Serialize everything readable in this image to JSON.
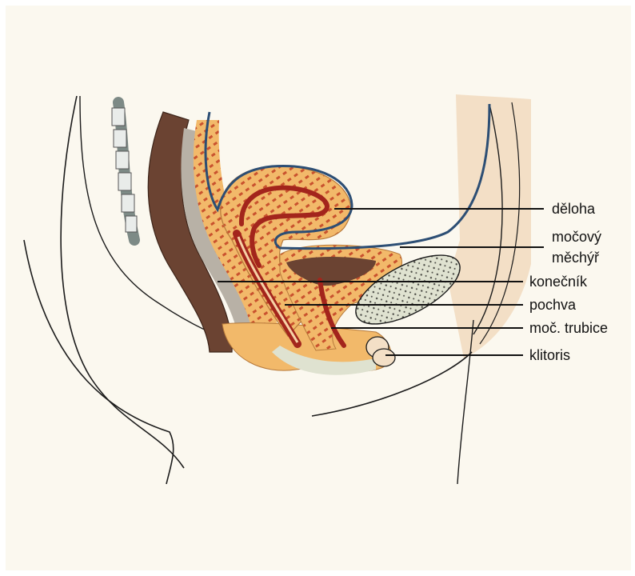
{
  "labels": {
    "deloha": "děloha",
    "mocovy_mechyr_line1": "močový",
    "mocovy_mechyr_line2": "měchýř",
    "konecnik": "konečník",
    "pochva": "pochva",
    "moc_trubice": "moč. trubice",
    "klitoris": "klitoris"
  },
  "colors": {
    "background": "#fbf8ef",
    "skin_fill": "#f3dfc6",
    "organ_tissue": "#f2b96a",
    "organ_stripes": "#c9522e",
    "mucosa": "#a3251c",
    "rectum_wall": "#6b4332",
    "rectal_lumen": "#b8b1a6",
    "peritoneum": "#2c4e74",
    "bladder_fill": "#dfe2d0",
    "outline": "#1b1b1b"
  }
}
